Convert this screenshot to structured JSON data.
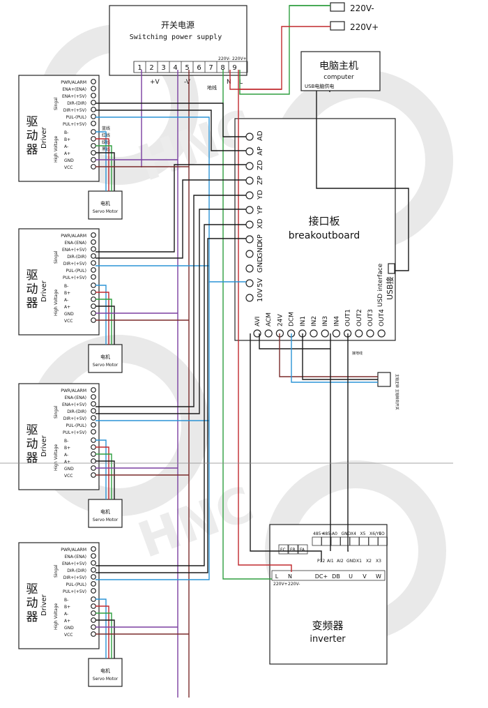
{
  "power_supply": {
    "title_cn": "开关电源",
    "title_en": "Switching power supply",
    "terminals": [
      "1",
      "2",
      "3",
      "4",
      "5",
      "6",
      "7",
      "8",
      "9"
    ],
    "voltage_labels": [
      "220V-",
      "220V+"
    ],
    "plus_v": "+V",
    "minus_v": "-V",
    "ground": "地线",
    "n_label": "N",
    "l_label": "L"
  },
  "mains": {
    "neg": "220V-",
    "pos": "220V+"
  },
  "computer": {
    "title_cn": "电脑主机",
    "title_en": "computer",
    "usb_note": "USB电脑供电"
  },
  "breakout": {
    "title_cn": "接口板",
    "title_en": "breakoutboard",
    "right_pins": [
      "AD",
      "AP",
      "ZD",
      "ZP",
      "YD",
      "YP",
      "XD",
      "XP",
      "GND",
      "GND",
      "5V",
      "10V"
    ],
    "bottom_pins": [
      "AVI",
      "ACM",
      "24V",
      "DCM",
      "IN1",
      "IN2",
      "IN3",
      "IN4",
      "OUT1",
      "OUT2",
      "OUT3",
      "OUT4"
    ],
    "usb_interface": "USD interface",
    "usb_cn": "USB接",
    "ground_note": "接地线",
    "switch_note": "主轴正转 主轴转向开关"
  },
  "drivers": [
    {
      "cn1": "驱",
      "cn2": "动",
      "cn3": "器",
      "en": "Driver"
    },
    {
      "cn1": "驱",
      "cn2": "动",
      "cn3": "器",
      "en": "Driver"
    },
    {
      "cn1": "驱",
      "cn2": "动",
      "cn3": "器",
      "en": "Driver"
    },
    {
      "cn1": "驱",
      "cn2": "动",
      "cn3": "器",
      "en": "Driver"
    }
  ],
  "driver_terms": {
    "top": [
      "PWR/ALARM",
      "ENA+(ENA)",
      "ENA+(+5V)",
      "DIR-(DIR)",
      "DIR+(+5V)",
      "PUL-(PUL)",
      "PUL+(+5V)"
    ],
    "top_alt": [
      "PWR/ALARM",
      "ENA-(ENA)",
      "ENA+(+5V)",
      "DIR-(DIR)",
      "DIR+(+5V)",
      "PUL-(PUL)",
      "PUL+(+5V)"
    ],
    "bottom": [
      "B-",
      "B+",
      "A-",
      "A+",
      "GND",
      "VCC"
    ],
    "singal": "Singal",
    "high_voltage": "High Voltage",
    "wire_colors": [
      "蓝线",
      "红线",
      "绿线",
      "黑线"
    ]
  },
  "motor": {
    "cn": "电机",
    "en": "Servo Motor"
  },
  "inverter": {
    "title_cn": "变频器",
    "title_en": "inverter",
    "top_row": [
      "485+",
      "485-",
      "A0",
      "GND",
      "X4",
      "X5",
      "X6/Y1",
      "FO"
    ],
    "small_boxes": [
      "FC",
      "FB",
      "FA"
    ],
    "mid_row": [
      "P12",
      "AI1",
      "AI2",
      "GND",
      "X1",
      "X2",
      "X3"
    ],
    "bottom_row": [
      "L",
      "N",
      "DC+",
      "DB",
      "U",
      "V",
      "W"
    ],
    "bottom_labels": [
      "220V+",
      "220V-"
    ]
  },
  "colors": {
    "green": "#2e9e3e",
    "red": "#c0282d",
    "blue": "#2a93d5",
    "purple": "#7a3fa0",
    "maroon": "#7a2a2a",
    "black": "#1a1a1a"
  }
}
